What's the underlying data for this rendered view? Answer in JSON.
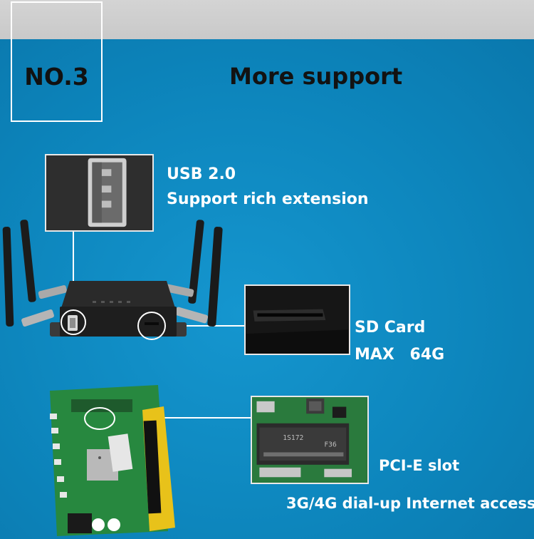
{
  "badge": {
    "label": "NO.3"
  },
  "header": {
    "title": "More support"
  },
  "features": {
    "usb": {
      "line1": "USB 2.0",
      "line2": "Support rich extension"
    },
    "sd": {
      "line1": "SD Card",
      "line2": "MAX 64G"
    },
    "pcie": {
      "line1": "PCI-E slot",
      "line2": "3G/4G dial-up Internet access"
    }
  },
  "pcb_markings": {
    "chip_code": "1S172",
    "slot_code": "F36"
  },
  "colors": {
    "background": "#0f8bc3",
    "top_strip": "#cfcfcf",
    "text_light": "#ffffff",
    "text_dark": "#111111"
  }
}
